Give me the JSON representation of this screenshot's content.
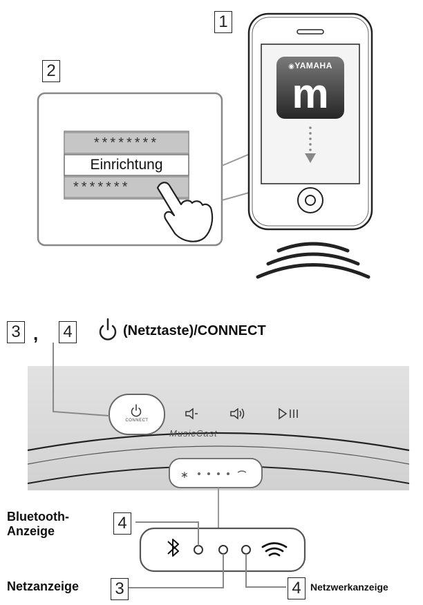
{
  "steps": {
    "s1": "1",
    "s2": "2",
    "s3": "3",
    "s4": "4",
    "s4b": "4",
    "s3b": "3",
    "s4c": "4",
    "comma": ","
  },
  "phone": {
    "app_brand": "YAMAHA",
    "app_letter": "m"
  },
  "popup": {
    "mask_top": "********",
    "menu_label": "Einrichtung",
    "mask_bottom": "*******"
  },
  "device": {
    "power_title": "(Netztaste)/CONNECT",
    "connect_label": "CONNECT",
    "vol_down": "◁-",
    "vol_up": "◁+",
    "play_pause": "▷/II",
    "brand": "MusicCast"
  },
  "labels": {
    "bluetooth_line1": "Bluetooth-",
    "bluetooth_line2": "Anzeige",
    "power_ind": "Netzanzeige",
    "network_ind": "Netzwerkanzeige"
  },
  "colors": {
    "device_body": "#dcdcdc",
    "app_icon_top": "#6e6e6e",
    "app_icon_bottom": "#2a2a2a",
    "popup_fill": "#bdbdbd"
  }
}
